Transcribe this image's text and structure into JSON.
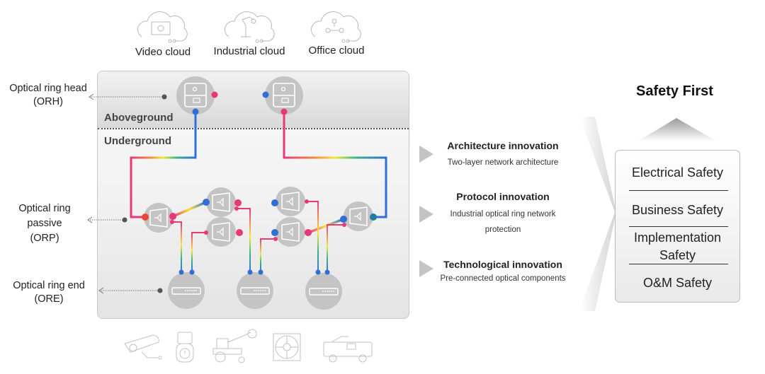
{
  "clouds": [
    {
      "label": "Video cloud",
      "icon": "video-cloud-icon"
    },
    {
      "label": "Industrial cloud",
      "icon": "industrial-cloud-icon"
    },
    {
      "label": "Office cloud",
      "icon": "office-cloud-icon"
    }
  ],
  "side_labels": {
    "orh": {
      "line1": "Optical ring head",
      "line2": "(ORH)"
    },
    "orp": {
      "line1": "Optical ring",
      "line2": "passive",
      "line3": "(ORP)"
    },
    "ore": {
      "line1": "Optical ring end",
      "line2": "(ORE)"
    }
  },
  "zones": {
    "above": "Aboveground",
    "under": "Underground"
  },
  "innovations": [
    {
      "title": "Architecture innovation",
      "sub": [
        "Two-layer network architecture"
      ]
    },
    {
      "title": "Protocol innovation",
      "sub": [
        "Industrial optical ring network",
        "protection"
      ]
    },
    {
      "title": "Technological innovation",
      "sub": [
        "Pre-connected optical components"
      ]
    }
  ],
  "safety": {
    "title": "Safety First",
    "items": [
      "Electrical Safety",
      "Business Safety",
      "Implementation",
      "Safety",
      "O&M Safety"
    ]
  },
  "devices": [
    "surveillance-camera-icon",
    "meter-icon",
    "loader-tractor-icon",
    "ventilation-fan-icon",
    "fire-truck-icon"
  ],
  "colors": {
    "pink": "#e8387a",
    "blue": "#2f6fd6",
    "node": "#c4c4c4",
    "dot": "#555555"
  }
}
